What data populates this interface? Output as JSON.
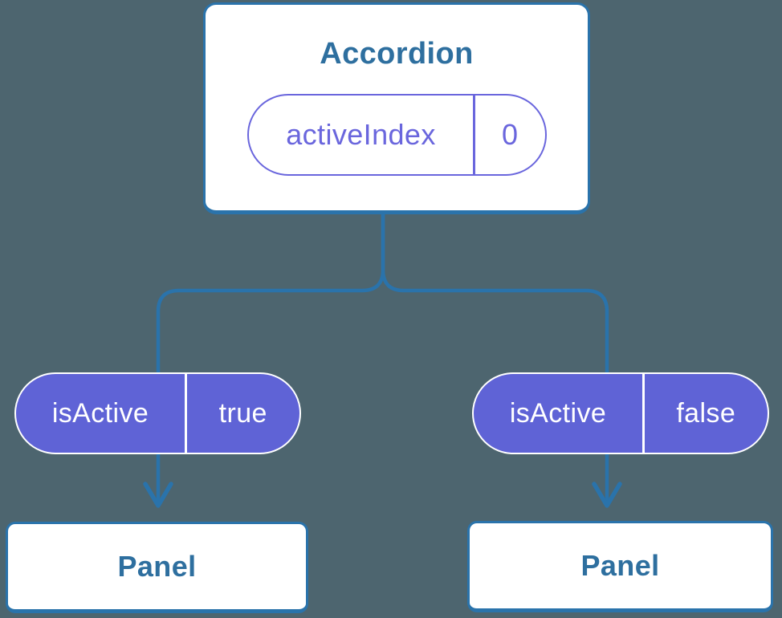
{
  "theme": {
    "background": "#4D656F",
    "line_blue": "#2A73AB",
    "text_blue": "#2E6F9F",
    "purple_fill": "#5F63D6",
    "purple_line": "#6A66DD",
    "node_bg": "#FFFFFF",
    "pill_text_light": "#FFFFFF"
  },
  "tree": {
    "root": {
      "label": "Accordion",
      "state": {
        "key": "activeIndex",
        "value": "0"
      }
    },
    "props": [
      {
        "key": "isActive",
        "value": "true"
      },
      {
        "key": "isActive",
        "value": "false"
      }
    ],
    "children": [
      {
        "label": "Panel"
      },
      {
        "label": "Panel"
      }
    ]
  }
}
